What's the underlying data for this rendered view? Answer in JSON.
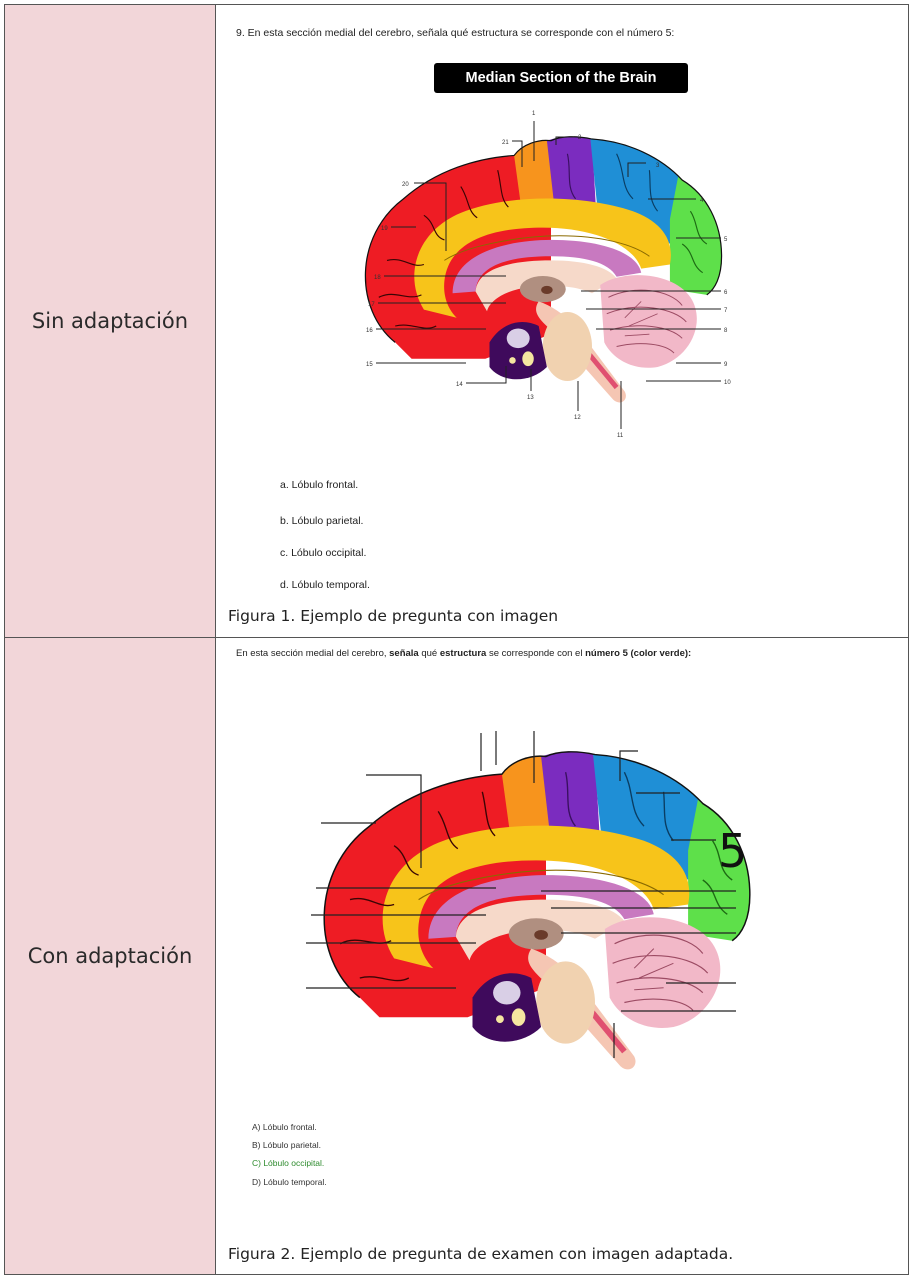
{
  "row1": {
    "label": "Sin adaptación",
    "question": "9. En esta sección medial del cerebro, señala qué estructura se corresponde con el número 5:",
    "banner": "Median Section of the Brain",
    "options": [
      "a. Lóbulo frontal.",
      "b. Lóbulo parietal.",
      "c. Lóbulo occipital.",
      "d. Lóbulo temporal."
    ],
    "caption": "Figura 1. Ejemplo de pregunta con imagen",
    "numbers": [
      "1",
      "2",
      "3",
      "4",
      "5",
      "6",
      "7",
      "8",
      "9",
      "10",
      "11",
      "12",
      "13",
      "14",
      "15",
      "16",
      "17",
      "18",
      "19",
      "20",
      "21"
    ]
  },
  "row2": {
    "label": "Con adaptación",
    "question_pre": "En esta sección medial del cerebro, ",
    "question_b1": "señala",
    "question_mid1": " qué ",
    "question_b2": "estructura",
    "question_mid2": " se corresponde con el ",
    "question_b3": "número 5 (color verde):",
    "big_number": "5",
    "options": [
      "A)  Lóbulo frontal.",
      "B)  Lóbulo parietal.",
      "C)  Lóbulo occipital.",
      "D)  Lóbulo temporal."
    ],
    "correct_index": 2,
    "caption": "Figura 2. Ejemplo de pregunta de examen con imagen adaptada."
  },
  "colors": {
    "label_bg": "#f2d6d9",
    "frontal": "#ee1c24",
    "orange": "#f7941d",
    "purple": "#7b2cbf",
    "blue": "#1f8fd6",
    "green": "#5ee04a",
    "yellow": "#f7c41a",
    "cerebellum": "#f2b8c8"
  }
}
